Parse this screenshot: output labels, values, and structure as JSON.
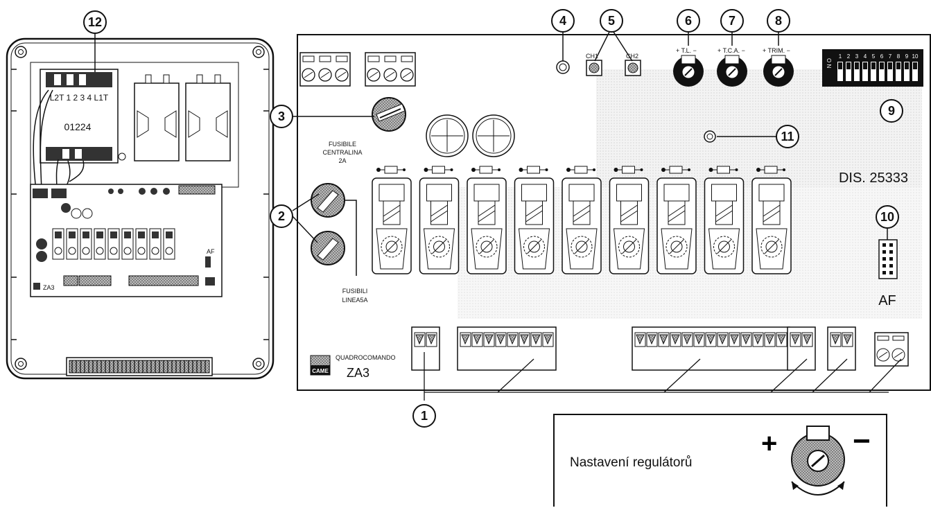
{
  "callouts": [
    "1",
    "2",
    "3",
    "4",
    "5",
    "6",
    "7",
    "8",
    "9",
    "10",
    "11",
    "12"
  ],
  "board": {
    "fuse_main": [
      "FUSIBILE",
      "CENTRALINA",
      "2A"
    ],
    "fuse_line": [
      "FUSIBILI",
      "LINEA5A"
    ],
    "ch1": "CH1",
    "ch2": "CH2",
    "trim_tl": "+ T.L. −",
    "trim_tca": "+ T.C.A. −",
    "trim_trim": "+ TRIM. −",
    "dip_numbers": [
      "1",
      "2",
      "3",
      "4",
      "5",
      "6",
      "7",
      "8",
      "9",
      "10"
    ],
    "on_label": "O N",
    "dis": "DIS. 25333",
    "af": "AF",
    "brand_small": "QUADROCOMANDO",
    "brand_logo": "CAME",
    "model": "ZA3"
  },
  "transformer": {
    "terminals": "L2T 1 2 3 4 L1T",
    "code": "01224"
  },
  "mini_board": {
    "af": "AF",
    "model": "ZA3"
  },
  "settings_box": {
    "text": "Nastavení regulátorů",
    "plus": "+",
    "minus": "−"
  }
}
